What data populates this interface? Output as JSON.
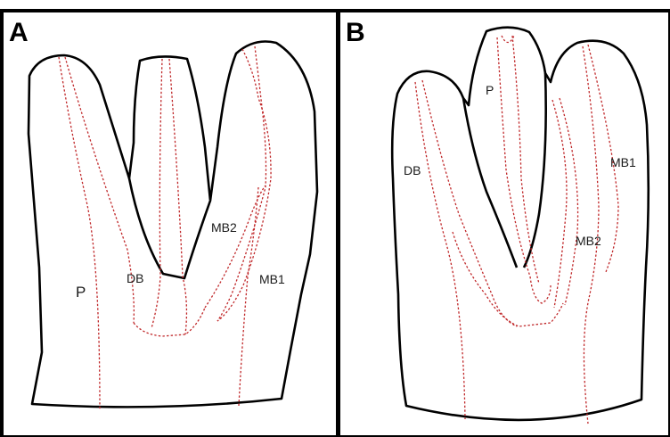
{
  "panels": [
    {
      "label": "A",
      "roots": [
        {
          "key": "p",
          "label": "P"
        },
        {
          "key": "db",
          "label": "DB"
        },
        {
          "key": "mb2",
          "label": "MB2"
        },
        {
          "key": "mb1",
          "label": "MB1"
        }
      ]
    },
    {
      "label": "B",
      "roots": [
        {
          "key": "db",
          "label": "DB"
        },
        {
          "key": "p",
          "label": "P"
        },
        {
          "key": "mb1",
          "label": "MB1"
        },
        {
          "key": "mb2",
          "label": "MB2"
        }
      ]
    }
  ],
  "colors": {
    "outline": "#000000",
    "canal": "#c0282a",
    "background": "#ffffff"
  }
}
